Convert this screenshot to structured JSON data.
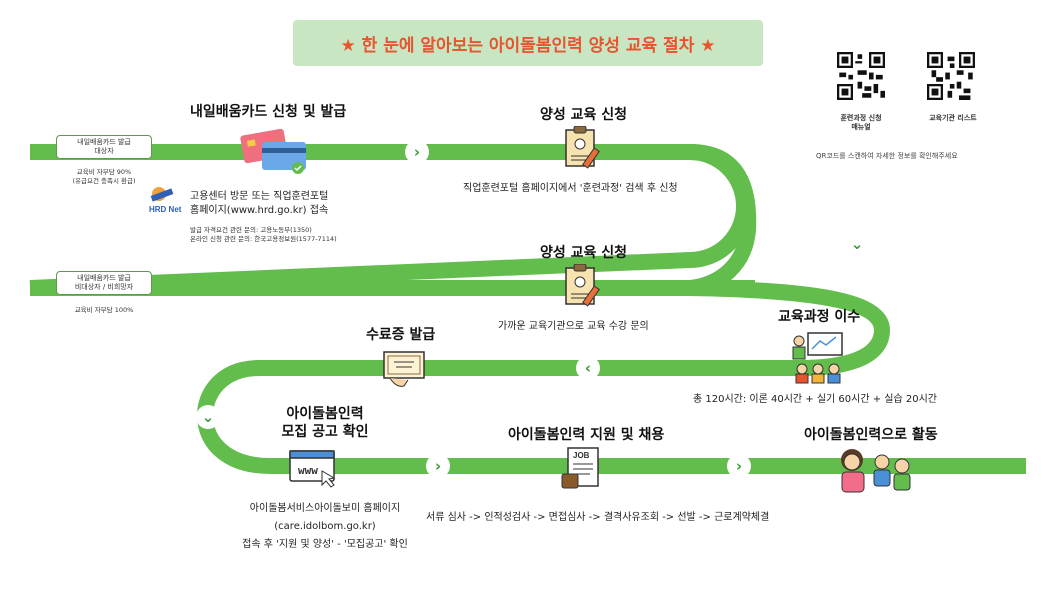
{
  "title": "★ 한 눈에 알아보는 아이돌봄인력 양성 교육 절차 ★",
  "colors": {
    "path": "#63bd4d",
    "banner": "#c8e6c2",
    "title": "#e8542e"
  },
  "qr": {
    "left_label_1": "훈련과정 신청",
    "left_label_2": "매뉴얼",
    "right_label": "교육기관 리스트",
    "note": "QR코드를 스캔하여 자세한 정보를 확인해주세요"
  },
  "tracks": {
    "tag1_line1": "내일배움카드 발급",
    "tag1_line2": "대상자",
    "tag1_note_1": "교육비 자부담 90%",
    "tag1_note_2": "(유급요건 충족시 환급)",
    "tag2_line1": "내일배움카드 발급",
    "tag2_line2": "비대상자 / 비희망자",
    "tag2_note": "교육비 자부담 100%"
  },
  "steps": {
    "card_title": "내일배움카드 신청 및 발급",
    "hrd_label": "HRD Net",
    "card_desc_1": "고용센터 방문 또는 직업훈련포털",
    "card_desc_2": "홈페이지(www.hrd.go.kr) 접속",
    "card_small_1": "발급 자격요건 관련 문의: 고용노동부(1350)",
    "card_small_2": "온라인 신청 관련 문의: 한국고용정보원(1577-7114)",
    "apply1_title": "양성 교육 신청",
    "apply1_desc": "직업훈련포털 홈페이지에서 '훈련과정' 검색 후 신청",
    "apply2_title": "양성 교육 신청",
    "apply2_desc": "가까운 교육기관으로 교육 수강 문의",
    "course_title": "교육과정 이수",
    "course_desc": "총 120시간: 이론 40시간 + 실기 60시간 + 실습 20시간",
    "cert_title": "수료증 발급",
    "recruit_title_1": "아이돌봄인력",
    "recruit_title_2": "모집 공고 확인",
    "recruit_desc_1": "아이돌봄서비스아이돌보미 홈페이지",
    "recruit_desc_2": "(care.idolbom.go.kr)",
    "recruit_desc_3": "접속 후 '지원 및 양성' - '모집공고' 확인",
    "www_label": "www",
    "hire_title": "아이돌봄인력 지원 및 채용",
    "hire_desc": "서류 심사 -> 인적성검사 -> 면접심사 -> 결격사유조회 -> 선발 -> 근로계약체결",
    "job_label": "JOB",
    "active_title": "아이돌봄인력으로 활동"
  },
  "arrows": {
    "right": "›",
    "left": "‹",
    "down": "⌄"
  }
}
